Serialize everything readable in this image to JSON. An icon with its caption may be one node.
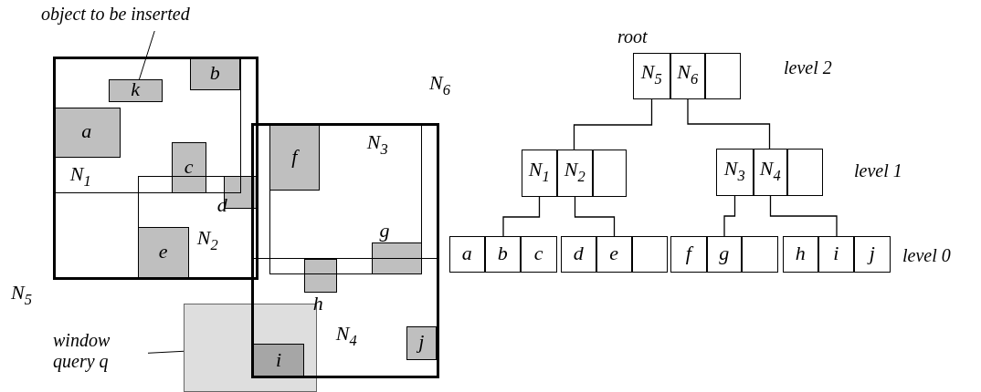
{
  "diagram": {
    "nodes": [
      {
        "text": [
          "object to be inserted"
        ]
      },
      {
        "text": [
          "N$_{5}$"
        ]
      },
      {
        "text": [
          "N$_{1}$"
        ],
        "in": 1
      },
      {
        "text": [
          "a"
        ],
        "in": 2
      },
      {
        "text": [
          "b"
        ],
        "in": 2
      },
      {
        "text": [
          "k"
        ],
        "in": 2
      },
      {
        "text": [
          "c"
        ],
        "in": 2
      },
      {
        "text": [
          "d"
        ],
        "in": 8
      },
      {
        "text": [
          "N$_{2}$"
        ],
        "in": 1
      },
      {
        "text": [
          "e"
        ],
        "in": 8
      },
      {
        "text": [
          "N$_{6}$"
        ]
      },
      {
        "text": [
          "N$_{3}$"
        ],
        "in": 10
      },
      {
        "text": [
          "f"
        ],
        "in": 11
      },
      {
        "text": [
          "g"
        ],
        "in": 11
      },
      {
        "text": [
          "h"
        ],
        "in": 15
      },
      {
        "text": [
          "N$_{4}$"
        ],
        "in": 10
      },
      {
        "text": [
          "i"
        ]
      },
      {
        "text": [
          "j"
        ],
        "in": 15
      },
      {
        "text": [
          "window query q"
        ]
      },
      {
        "text": [],
        "shape": "box"
      },
      {
        "text": [],
        "shape": "box",
        "beside": [
          "root"
        ]
      },
      {
        "text": [
          "N$_{5}$"
        ],
        "in": 20
      },
      {
        "text": [
          "N$_{6}$"
        ],
        "in": 20
      },
      {
        "text": [],
        "shape": "box",
        "in": 20
      },
      {
        "text": [],
        "shape": "box"
      },
      {
        "text": [
          "N$_{1}$"
        ],
        "in": 24
      },
      {
        "text": [
          "N$_{2}$"
        ],
        "in": 24
      },
      {
        "text": [],
        "shape": "box",
        "in": 24
      },
      {
        "text": [],
        "shape": "box"
      },
      {
        "text": [
          "N$_{3}$"
        ],
        "in": 28
      },
      {
        "text": [
          "N$_{4}$"
        ],
        "in": 28
      },
      {
        "text": [],
        "shape": "box",
        "in": 28
      },
      {
        "text": [],
        "shape": "box"
      },
      {
        "text": [
          "a"
        ],
        "in": 32
      },
      {
        "text": [
          "b"
        ],
        "in": 32
      },
      {
        "text": [
          "c"
        ],
        "in": 32
      },
      {
        "text": [],
        "shape": "box"
      },
      {
        "text": [
          "d"
        ],
        "in": 36
      },
      {
        "text": [
          "e"
        ],
        "in": 36
      },
      {
        "text": [],
        "shape": "box",
        "in": 36
      },
      {
        "text": [],
        "shape": "box"
      },
      {
        "text": [
          "f"
        ],
        "in": 40
      },
      {
        "text": [
          "g"
        ],
        "in": 40
      },
      {
        "text": [],
        "shape": "box",
        "in": 40
      },
      {
        "text": [],
        "shape": "box"
      },
      {
        "text": [
          "h"
        ],
        "in": 44
      },
      {
        "text": [
          "i"
        ],
        "in": 44
      },
      {
        "text": [
          "j"
        ],
        "in": 44
      }
    ],
    "edges": [
      {
        "from": 0,
        "to": 5,
        "arrow": "none"
      },
      {
        "from": 18,
        "to": 19,
        "arrow": "none"
      },
      {
        "from": 21,
        "to": 24,
        "arrow": "none"
      },
      {
        "from": 22,
        "to": 28,
        "arrow": "none"
      },
      {
        "from": 25,
        "to": 32,
        "arrow": "none"
      },
      {
        "from": 26,
        "to": 36,
        "arrow": "none"
      },
      {
        "from": 29,
        "to": 40,
        "arrow": "none"
      },
      {
        "from": 30,
        "to": 44,
        "arrow": "none"
      }
    ],
    "labels": [
      "level 2",
      "level 1",
      "level 0"
    ]
  }
}
